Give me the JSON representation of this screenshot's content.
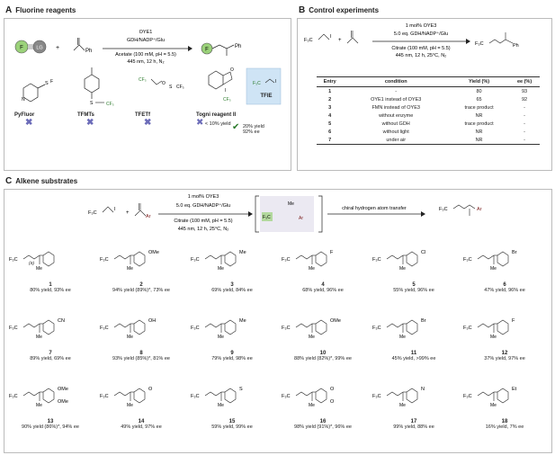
{
  "panelA": {
    "letter": "A",
    "title": "Fluorine reagents",
    "rxn": {
      "f_label": "F",
      "lg_label": "LG",
      "plus": "+",
      "ph": "Ph",
      "enzyme": "OYE1",
      "cofactor": "GDH/NADP⁺/Glu",
      "buffer": "Acetate (100 mM, pH = 5.5)",
      "light": "445 nm, 12 h, N₂",
      "product_ph": "Ph"
    },
    "reagents": [
      {
        "name": "PyFluor",
        "note": ""
      },
      {
        "name": "TFMTs",
        "note": ""
      },
      {
        "name": "TFETf",
        "note": ""
      },
      {
        "name": "Togni reagent II",
        "note": "< 10% yield"
      },
      {
        "name": "TFIE",
        "note": "20% yield",
        "note2": "92% ee"
      }
    ],
    "struct_labels": {
      "so2f": "F",
      "cf3": "CF₃",
      "o": "O",
      "i": "I"
    }
  },
  "panelB": {
    "letter": "B",
    "title": "Control experiments",
    "rxn": {
      "reagent": "F₃C",
      "iodo": "I",
      "plus": "+",
      "cat": "1 mol% OYE3",
      "cofactor": "5.0 eq. GDH/NADP⁺/Glu",
      "buffer": "Citrate (100 mM, pH = 5.5)",
      "light": "445 nm, 12 h, 25°C, N₂",
      "product_cf3": "F₃C",
      "product_ph": "Ph"
    },
    "headers": [
      "Entry",
      "condition",
      "Yield (%)",
      "ee (%)"
    ],
    "rows": [
      [
        "1",
        "-",
        "80",
        "93"
      ],
      [
        "2",
        "OYE1 instead of OYE3",
        "65",
        "92"
      ],
      [
        "3",
        "FMN instead of OYE3",
        "trace product",
        "-"
      ],
      [
        "4",
        "without enzyme",
        "NR",
        "-"
      ],
      [
        "5",
        "without GDH",
        "trace product",
        "-"
      ],
      [
        "6",
        "without light",
        "NR",
        "-"
      ],
      [
        "7",
        "under air",
        "NR",
        "-"
      ]
    ]
  },
  "panelC": {
    "letter": "C",
    "title": "Alkene substrates",
    "rxn": {
      "reagent": "F₃C",
      "iodo": "I",
      "plus": "+",
      "ar": "Ar",
      "cat": "1 mol% OYE3",
      "cofactor": "5.0 eq. GDH/NADP⁺/Glu",
      "buffer": "Citrate (100 mM, pH = 5.5)",
      "light": "445 nm, 12 h, 25°C, N₂",
      "inter_f3c": "F₃C",
      "inter_me": "Me",
      "inter_ar": "Ar",
      "hat": "chiral hydrogen atom transfer",
      "prod_f3c": "F₃C",
      "prod_ar": "Ar"
    },
    "products": [
      {
        "num": "1",
        "result": "80% yield, 93% ee",
        "sub": "",
        "stereo": "(S)"
      },
      {
        "num": "2",
        "result": "94% yield (89%)*, 73% ee",
        "sub": "OMe"
      },
      {
        "num": "3",
        "result": "69% yield, 84% ee",
        "sub": "Me"
      },
      {
        "num": "4",
        "result": "68% yield, 96% ee",
        "sub": "F"
      },
      {
        "num": "5",
        "result": "55% yield, 96% ee",
        "sub": "Cl"
      },
      {
        "num": "6",
        "result": "47% yield, 96% ee",
        "sub": "Br"
      },
      {
        "num": "7",
        "result": "89% yield, 69% ee",
        "sub": "CN"
      },
      {
        "num": "8",
        "result": "93% yield (85%)*, 81% ee",
        "sub": "OH"
      },
      {
        "num": "9",
        "result": "79% yield, 98% ee",
        "sub": "Me"
      },
      {
        "num": "10",
        "result": "88%  yield (82%)*, 99% ee",
        "sub": "OMe"
      },
      {
        "num": "11",
        "result": "45% yield, >99% ee",
        "sub": "Br"
      },
      {
        "num": "12",
        "result": "37% yield, 97% ee",
        "sub": "F"
      },
      {
        "num": "13",
        "result": "90% yield (86%)*, 94% ee",
        "sub": "OMe",
        "sub2": "OMe"
      },
      {
        "num": "14",
        "result": "49% yield, 97% ee",
        "sub": "O"
      },
      {
        "num": "15",
        "result": "59% yield, 99% ee",
        "sub": "S"
      },
      {
        "num": "16",
        "result": "98% yield (91%)*, 96% ee",
        "sub": "O",
        "sub2": "O"
      },
      {
        "num": "17",
        "result": "99% yield, 88% ee",
        "sub": "N"
      },
      {
        "num": "18",
        "result": "16% yield, 7% ee",
        "sub": "Et"
      }
    ],
    "f3c": "F₃C",
    "me": "Me"
  },
  "colors": {
    "fluorine": "#9bd27a",
    "lg": "#888888",
    "cross": "#6b6bb8",
    "check": "#2a7a2a",
    "highlight": "#7a1a1a",
    "tfie_box": "#cfe4f5"
  }
}
